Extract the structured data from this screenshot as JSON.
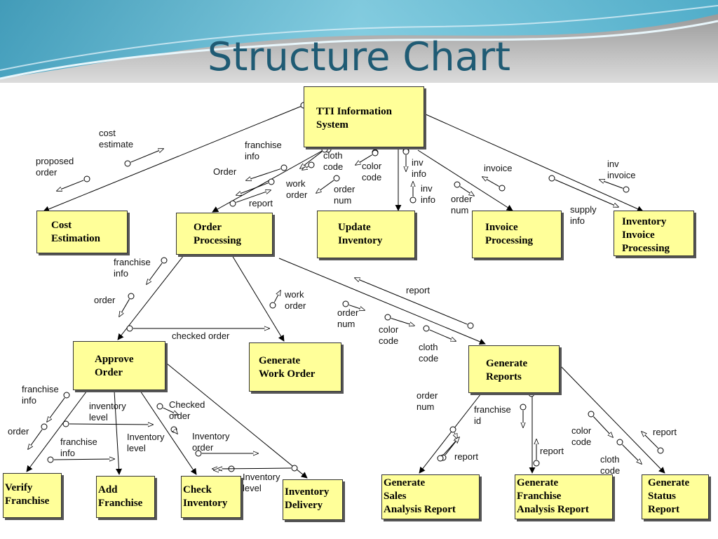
{
  "title": "Structure Chart",
  "colors": {
    "title": "#1f5b74",
    "box_fill": "#ffff99",
    "box_border": "#333333",
    "header_sky": "#5fb9d2"
  },
  "modules": {
    "tti": "TTI Information\nSystem",
    "cost": "Cost\nEstimation",
    "order_proc": "Order\nProcessing",
    "update_inv": "Update\nInventory",
    "invoice_proc": "Invoice\nProcessing",
    "inv_invoice": "Inventory\nInvoice\nProcessing",
    "approve": "Approve\nOrder",
    "gen_work": "Generate\nWork Order",
    "gen_reports": "Generate\nReports",
    "verify": "Verify\nFranchise",
    "add_fr": "Add\nFranchise",
    "check_inv": "Check\nInventory",
    "inv_delivery": "Inventory\nDelivery",
    "sales_rep": "Generate\nSales\nAnalysis Report",
    "fr_rep": "Generate\nFranchise\nAnalysis Report",
    "status_rep": "Generate\nStatus\nReport"
  },
  "labels": {
    "cost_estimate": "cost\nestimate",
    "proposed_order": "proposed\norder",
    "franchise_info_top": "franchise\ninfo",
    "order_top": "Order",
    "report_top": "report",
    "work_order_top": "work\norder",
    "cloth_code_top": "cloth\ncode",
    "color_code_top": "color\ncode",
    "order_num_top": "order\nnum",
    "inv_info_1": "inv\ninfo",
    "inv_info_2": "inv\ninfo",
    "invoice": "invoice",
    "order_num_inv": "order\nnum",
    "inv_invoice": "inv\ninvoice",
    "supply_info": "supply\ninfo",
    "franchise_info_mid": "franchise\ninfo",
    "order_mid": "order",
    "work_order_mid": "work\norder",
    "checked_order": "checked order",
    "report_mid": "report",
    "order_num_mid": "order\nnum",
    "color_code_mid": "color\ncode",
    "cloth_code_mid": "cloth\ncode",
    "franchise_info_low": "franchise\ninfo",
    "order_low": "order",
    "inventory_level_1": "inventory\nlevel",
    "franchise_info_low2": "franchise\ninfo",
    "checked_order_low": "Checked\norder",
    "inventory_level_2": "Inventory\nlevel",
    "inventory_order": "Inventory\norder",
    "inventory_level_3": "Inventory\nlevel",
    "order_num_rep": "order\nnum",
    "report_rep": "report",
    "franchise_id": "franchise\nid",
    "report_fr": "report",
    "color_code_rep": "color\ncode",
    "cloth_code_rep": "cloth\ncode",
    "report_status": "report"
  }
}
